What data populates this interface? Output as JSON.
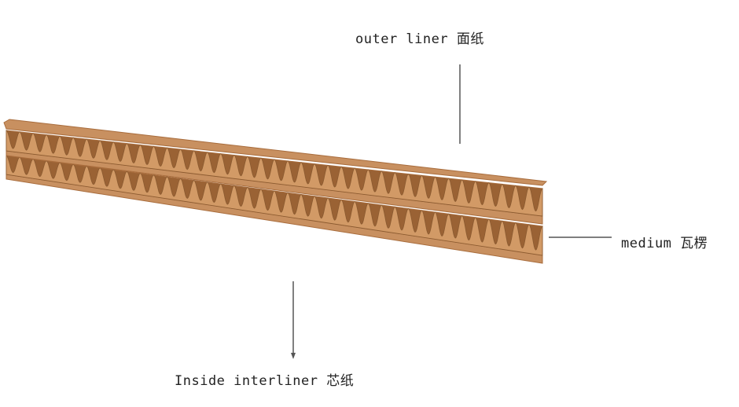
{
  "labels": {
    "outer_liner": "outer liner 面纸",
    "medium": "medium 瓦楞",
    "inside_interliner": "Inside interliner 芯纸"
  },
  "colors": {
    "liner": "#c89060",
    "liner_edge": "#a86c3c",
    "flute_light": "#d29a66",
    "flute_dark": "#9a6234",
    "leader_line": "#555555"
  },
  "flute_count": 40
}
